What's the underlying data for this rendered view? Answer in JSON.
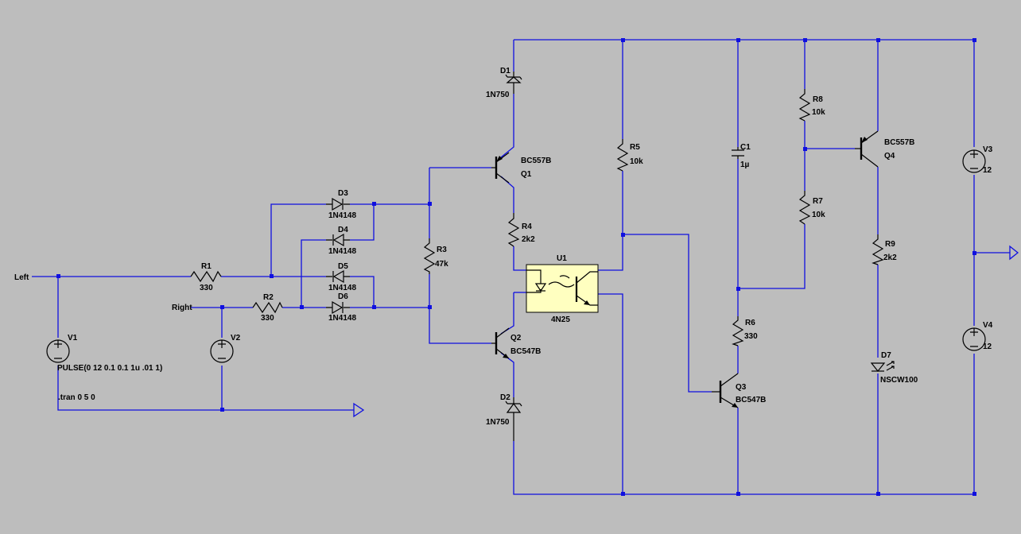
{
  "nets": {
    "left": "Left",
    "right": "Right"
  },
  "components": {
    "D1": {
      "ref": "D1",
      "value": "1N750"
    },
    "D2": {
      "ref": "D2",
      "value": "1N750"
    },
    "D3": {
      "ref": "D3",
      "value": "1N4148"
    },
    "D4": {
      "ref": "D4",
      "value": "1N4148"
    },
    "D5": {
      "ref": "D5",
      "value": "1N4148"
    },
    "D6": {
      "ref": "D6",
      "value": "1N4148"
    },
    "D7": {
      "ref": "D7",
      "value": "NSCW100"
    },
    "Q1": {
      "ref": "Q1",
      "value": "BC557B"
    },
    "Q2": {
      "ref": "Q2",
      "value": "BC547B"
    },
    "Q3": {
      "ref": "Q3",
      "value": "BC547B"
    },
    "Q4": {
      "ref": "Q4",
      "value": "BC557B"
    },
    "R1": {
      "ref": "R1",
      "value": "330"
    },
    "R2": {
      "ref": "R2",
      "value": "330"
    },
    "R3": {
      "ref": "R3",
      "value": "47k"
    },
    "R4": {
      "ref": "R4",
      "value": "2k2"
    },
    "R5": {
      "ref": "R5",
      "value": "10k"
    },
    "R6": {
      "ref": "R6",
      "value": "330"
    },
    "R7": {
      "ref": "R7",
      "value": "10k"
    },
    "R8": {
      "ref": "R8",
      "value": "10k"
    },
    "R9": {
      "ref": "R9",
      "value": "2k2"
    },
    "C1": {
      "ref": "C1",
      "value": "1µ"
    },
    "U1": {
      "ref": "U1",
      "value": "4N25"
    },
    "V1": {
      "ref": "V1",
      "value": "PULSE(0 12 0.1 0.1 1u .01 1)"
    },
    "V2": {
      "ref": "V2",
      "value": ""
    },
    "V3": {
      "ref": "V3",
      "value": "12"
    },
    "V4": {
      "ref": "V4",
      "value": "12"
    }
  },
  "directives": {
    "tran": ".tran 0 5 0"
  },
  "colors": {
    "background": "#bdbdbd",
    "wire": "#1010e0",
    "symbol": "#000000",
    "optocoupler_fill": "#ffffc0"
  }
}
